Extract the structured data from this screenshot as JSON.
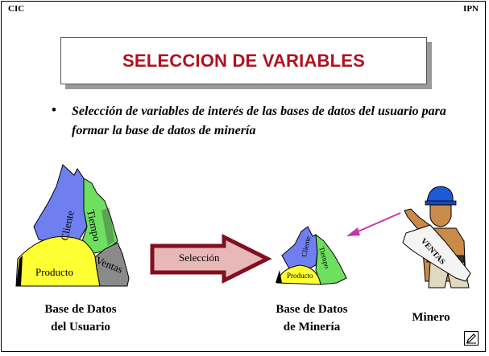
{
  "header": {
    "left": "CIC",
    "right": "IPN"
  },
  "title": "SELECCION DE VARIABLES",
  "bullet": "Selección de variables de interés de las bases de datos del usuario para formar la base de datos de  minería",
  "big_mountain": {
    "labels": {
      "cliente": "Cliente",
      "tiempo": "Tiempo",
      "producto": "Producto",
      "ventas": "Ventas"
    },
    "caption": {
      "line1": "Base de Datos",
      "line2": "del Usuario"
    }
  },
  "arrow": {
    "label": "Selección"
  },
  "small_mountain": {
    "labels": {
      "cliente": "Cliente",
      "tiempo": "Tiempo",
      "producto": "Producto"
    },
    "caption": {
      "line1": "Base de Datos",
      "line2": "de Minería"
    }
  },
  "miner": {
    "caption": "Minero",
    "paper_text": "VENTAS"
  },
  "colors": {
    "title_red": "#b01020",
    "cliente_blue": "#6f7ff0",
    "tiempo_green": "#6ee060",
    "producto_yellow": "#ffff33",
    "ventas_gray": "#8a8a8a",
    "arrow_fill": "#e8b8b8",
    "arrow_stroke": "#801020",
    "pointer_magenta": "#cc33aa"
  },
  "icons": {
    "corner": "pen-icon"
  }
}
